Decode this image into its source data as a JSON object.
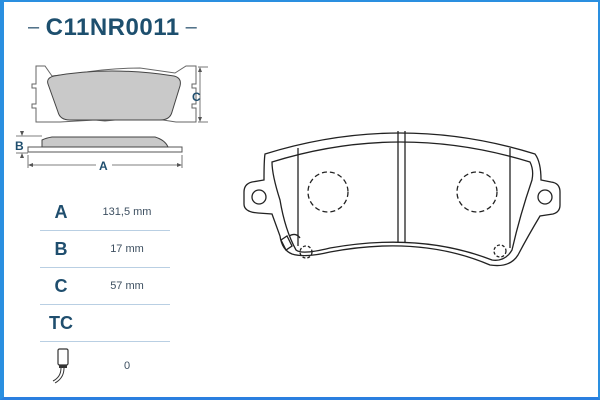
{
  "header": {
    "title": "C11NR0011",
    "dash_left": "–",
    "dash_right": "–"
  },
  "diagram_labels": {
    "dim_a": "A",
    "dim_b": "B",
    "dim_c": "C"
  },
  "specs": [
    {
      "label": "A",
      "value": "131,5 mm"
    },
    {
      "label": "B",
      "value": "17 mm"
    },
    {
      "label": "C",
      "value": "57 mm"
    },
    {
      "label": "TC",
      "value": ""
    },
    {
      "label_icon": "wear-sensor-icon",
      "value": "0"
    }
  ],
  "colors": {
    "frame": "#2a8fe0",
    "title": "#1d4f6e",
    "pad_fill": "#c9c9c9",
    "grid_line": "#b9cfe3"
  }
}
